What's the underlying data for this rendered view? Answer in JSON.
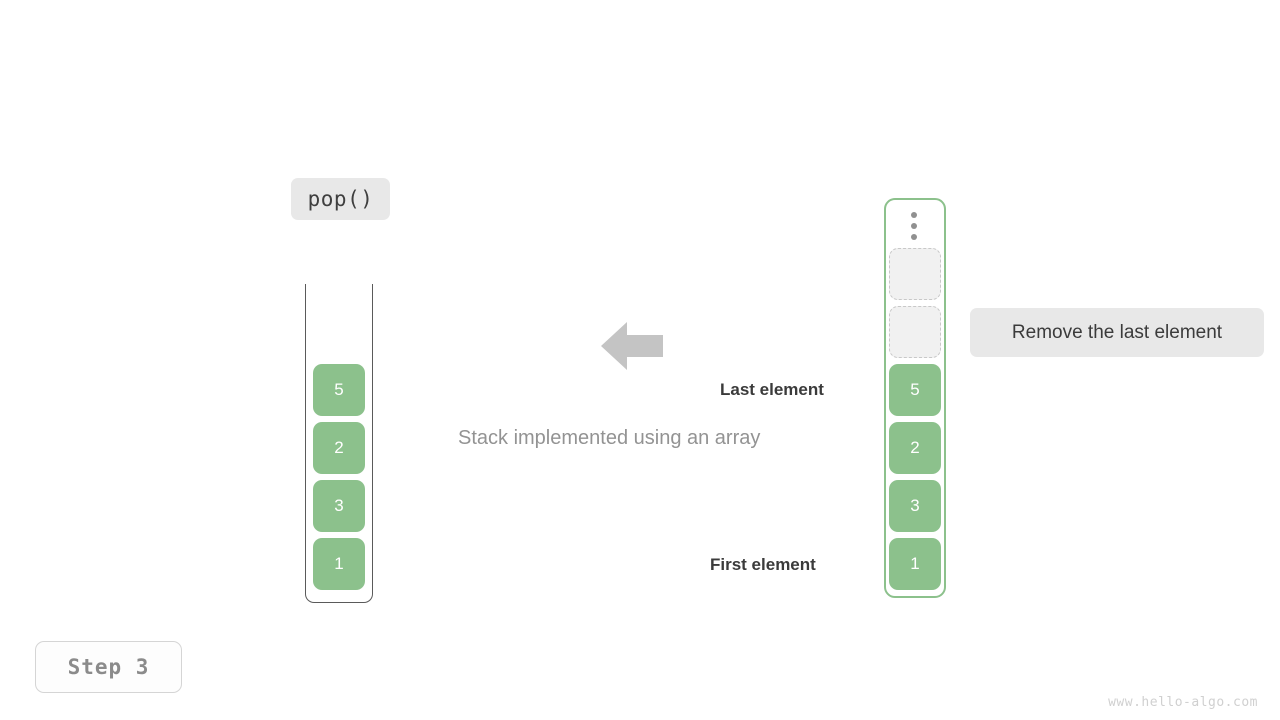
{
  "operation": {
    "label": "pop()"
  },
  "stack_view": {
    "caption": "Stack implemented using an array",
    "cells": [
      {
        "value": "5"
      },
      {
        "value": "2"
      },
      {
        "value": "3"
      },
      {
        "value": "1"
      }
    ]
  },
  "array_view": {
    "ellipsis": "vertical-ellipsis",
    "slots": [
      {
        "value": "",
        "state": "empty"
      },
      {
        "value": "",
        "state": "empty"
      },
      {
        "value": "5",
        "state": "filled"
      },
      {
        "value": "2",
        "state": "filled"
      },
      {
        "value": "3",
        "state": "filled"
      },
      {
        "value": "1",
        "state": "filled"
      }
    ],
    "last_element_label": "Last element",
    "first_element_label": "First element"
  },
  "callout": {
    "text": "Remove the last element"
  },
  "arrow": {
    "direction": "left"
  },
  "step": {
    "label": "Step 3"
  },
  "watermark": {
    "text": "www.hello-algo.com"
  },
  "colors": {
    "cell_green": "#8cc18c",
    "container_border_green": "#8cc18c",
    "badge_gray": "#e8e8e8",
    "text_dark": "#3b3b3b",
    "text_muted": "#939393"
  }
}
